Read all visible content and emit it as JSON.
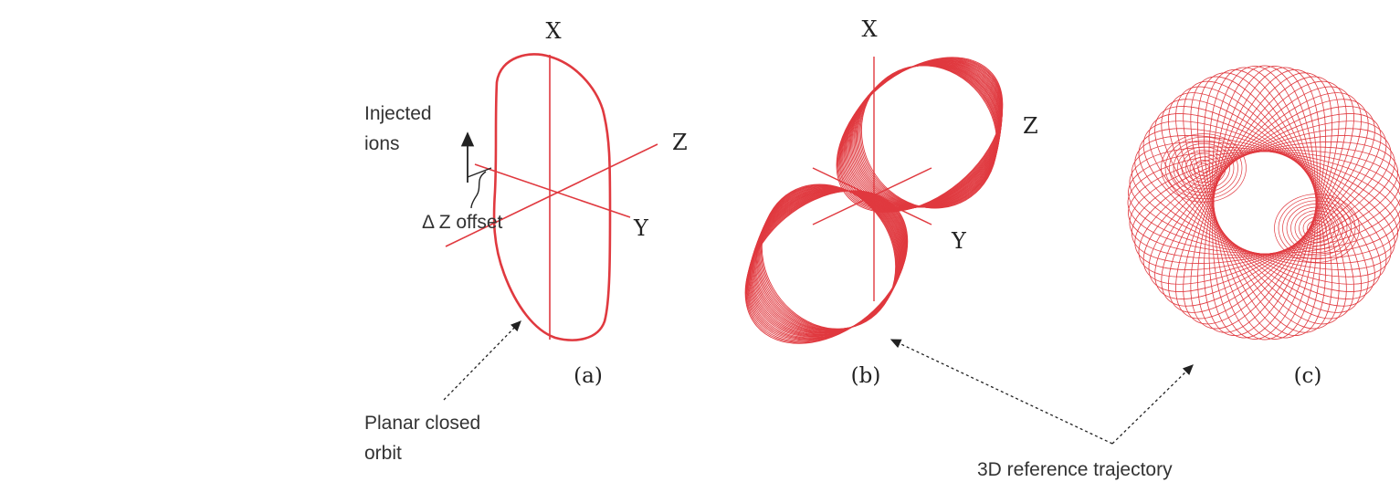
{
  "panel_a": {
    "axis_x": "X",
    "axis_y": "Y",
    "axis_z": "Z",
    "injected_line1": "Injected",
    "injected_line2": "ions",
    "offset_label": "Δ Z offset",
    "orbit_line1": "Planar closed",
    "orbit_line2": "orbit",
    "panel_label": "(a)"
  },
  "panel_b": {
    "axis_x": "X",
    "axis_y": "Y",
    "axis_z": "Z",
    "panel_label": "(b)"
  },
  "panel_c": {
    "panel_label": "(c)"
  },
  "shared_caption": "3D reference trajectory",
  "colors": {
    "trajectory": "#e0393f",
    "ink": "#222222"
  }
}
